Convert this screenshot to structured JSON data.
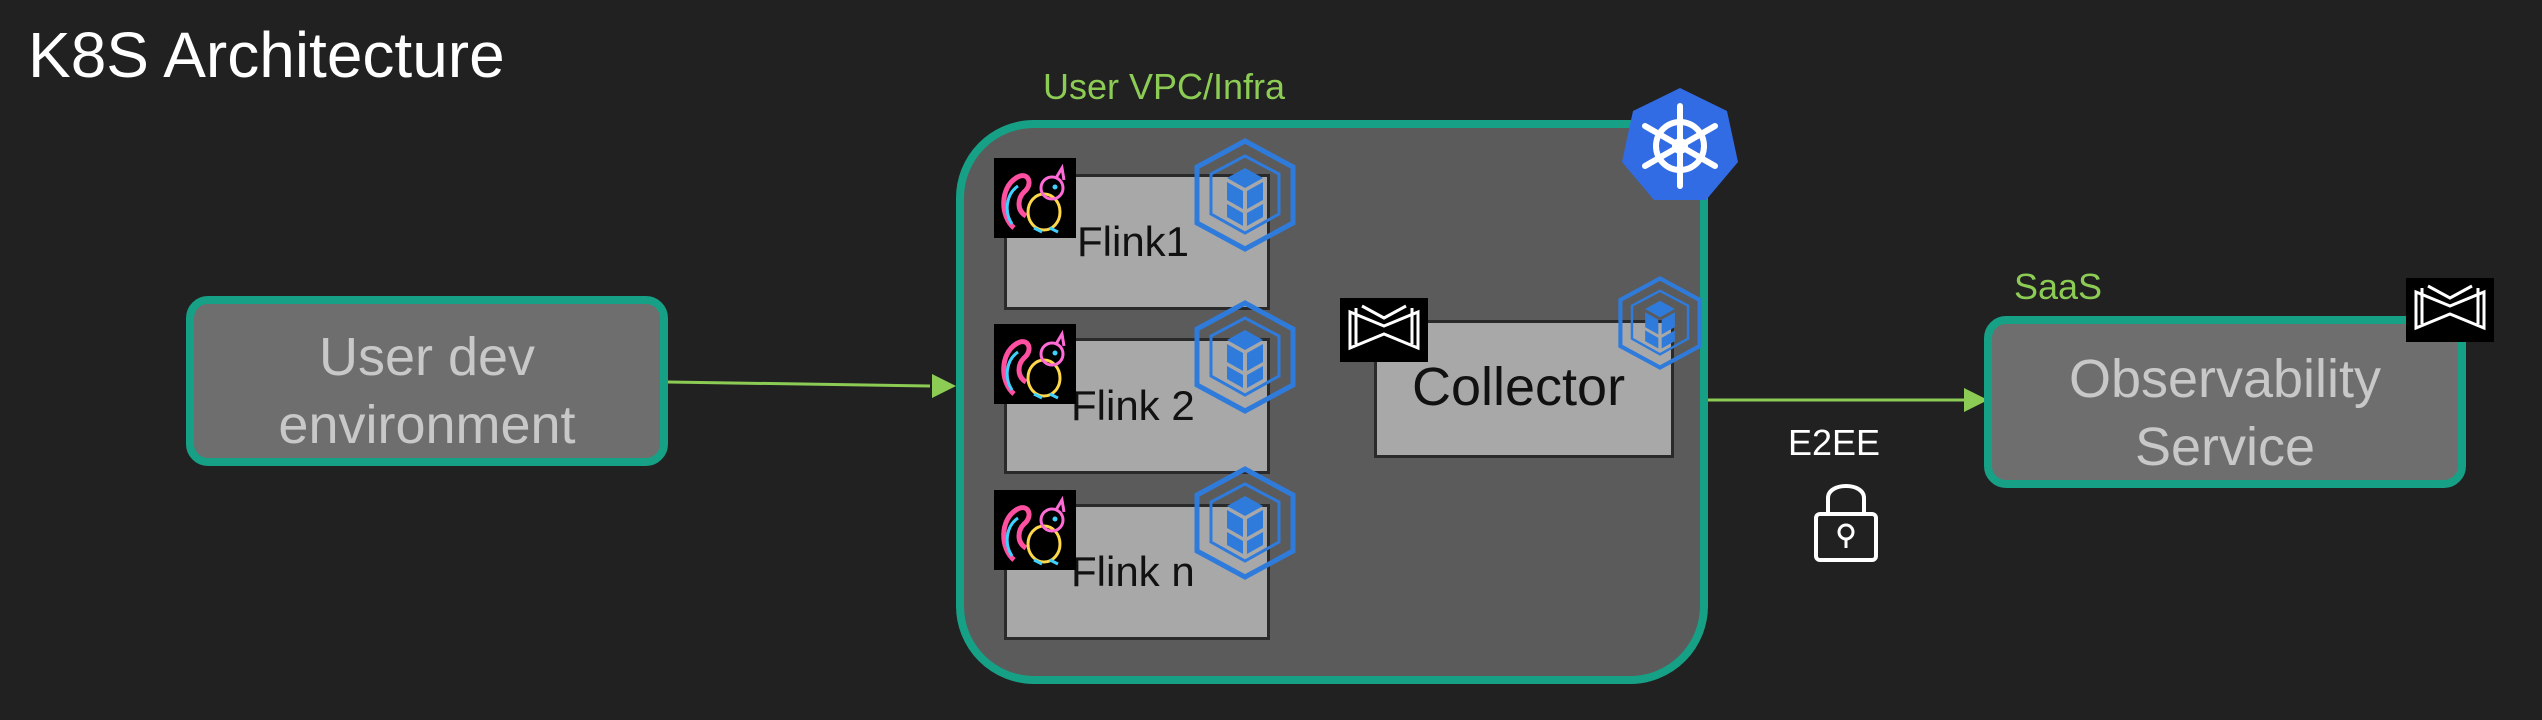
{
  "title": "K8S Architecture",
  "user_vpc_label": "User VPC/Infra",
  "saas_label": "SaaS",
  "dev_env": {
    "line1": "User dev",
    "line2": "environment"
  },
  "flinks": [
    {
      "label": "Flink1"
    },
    {
      "label": "Flink 2"
    },
    {
      "label": "Flink n"
    }
  ],
  "collector_label": "Collector",
  "observability": {
    "line1": "Observability",
    "line2": "Service"
  },
  "e2ee_label": "E2EE",
  "colors": {
    "background": "#212121",
    "teal_border": "#16a085",
    "green_accent": "#8ccc55",
    "k8s_blue": "#326ce5",
    "cube_blue": "#2f7bdc"
  },
  "icons": {
    "flink": "flink-squirrel-icon",
    "k8s": "kubernetes-helm-icon",
    "cube": "cube-stack-icon",
    "collector": "otel-exporter-icon",
    "lock": "lock-icon"
  }
}
